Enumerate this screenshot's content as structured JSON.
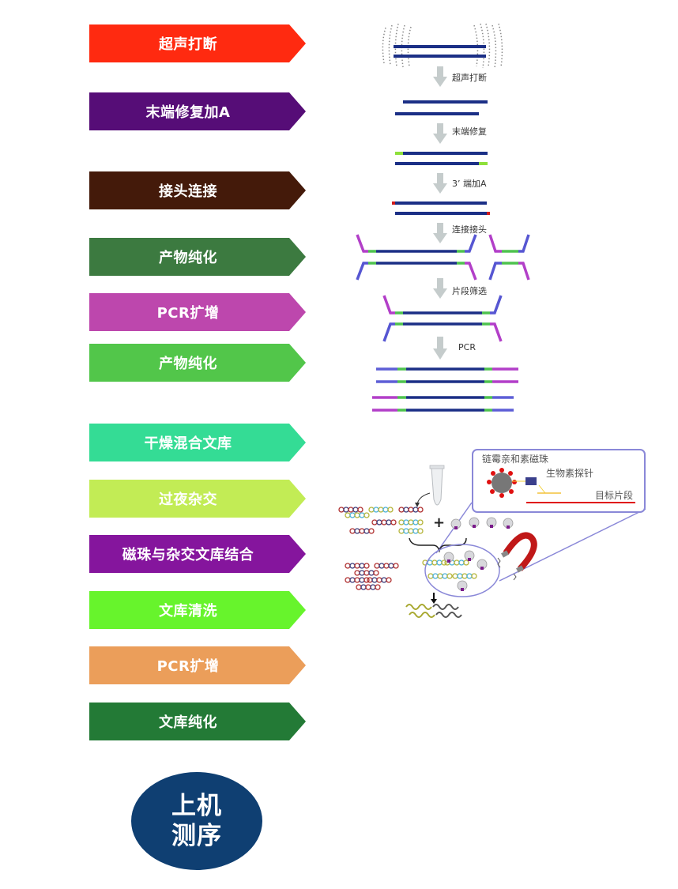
{
  "steps": [
    {
      "label": "超声打断",
      "color": "#ff2a10"
    },
    {
      "label": "末端修复加A",
      "color": "#560d77"
    },
    {
      "label": "接头连接",
      "color": "#441a0a"
    },
    {
      "label": "产物纯化",
      "color": "#3c7a40"
    },
    {
      "label": "PCR扩增",
      "color": "#bd47ad"
    },
    {
      "label": "产物纯化",
      "color": "#52c64a"
    },
    {
      "label": "干燥混合文库",
      "color": "#34dc95"
    },
    {
      "label": "过夜杂交",
      "color": "#c2ec55"
    },
    {
      "label": "磁珠与杂交文库结合",
      "color": "#85159d"
    },
    {
      "label": "文库清洗",
      "color": "#67f42c"
    },
    {
      "label": "PCR扩增",
      "color": "#eb9e5a"
    },
    {
      "label": "文库纯化",
      "color": "#237a36"
    }
  ],
  "final": {
    "line1": "上机",
    "line2": "测序",
    "color": "#0f3f72"
  },
  "library_diagram": {
    "labels": {
      "sonication": "超声打断",
      "end_repair": "末端修复",
      "add_a": "3’ 端加A",
      "ligation": "连接接头",
      "size_selection": "片段筛选",
      "pcr": "PCR"
    }
  },
  "capture_diagram": {
    "legend": {
      "beads": "链霉亲和素磁珠",
      "probe": "生物素探针",
      "target": "目标片段"
    },
    "plus": "+"
  }
}
